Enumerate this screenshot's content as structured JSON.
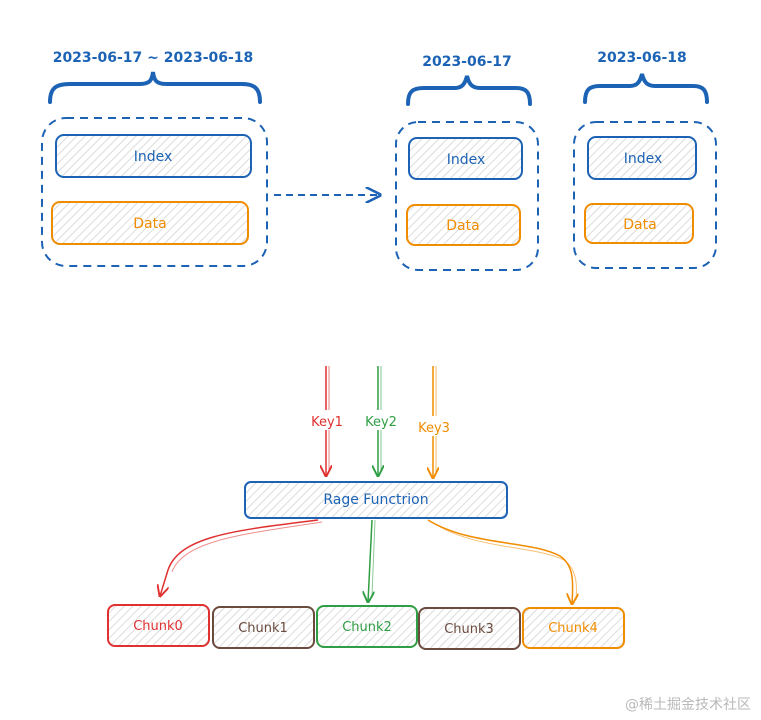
{
  "colors": {
    "blue": "#1d63b5",
    "orange": "#f08c00",
    "red": "#e03131",
    "green": "#2f9e44",
    "brown": "#6b4b3e",
    "hatch": "#d9d9d9"
  },
  "top": {
    "merged": {
      "range_label": "2023-06-17 ~ 2023-06-18",
      "index_label": "Index",
      "data_label": "Data"
    },
    "split_a": {
      "date_label": "2023-06-17",
      "index_label": "Index",
      "data_label": "Data"
    },
    "split_b": {
      "date_label": "2023-06-18",
      "index_label": "Index",
      "data_label": "Data"
    }
  },
  "bottom": {
    "keys": [
      {
        "label": "Key1",
        "color": "#e03131"
      },
      {
        "label": "Key2",
        "color": "#2f9e44"
      },
      {
        "label": "Key3",
        "color": "#f08c00"
      }
    ],
    "function_label": "Rage Functrion",
    "chunks": [
      {
        "label": "Chunk0",
        "color": "#e03131"
      },
      {
        "label": "Chunk1",
        "color": "#6b4b3e"
      },
      {
        "label": "Chunk2",
        "color": "#2f9e44"
      },
      {
        "label": "Chunk3",
        "color": "#6b4b3e"
      },
      {
        "label": "Chunk4",
        "color": "#f08c00"
      }
    ]
  },
  "watermark": "@稀土掘金技术社区"
}
